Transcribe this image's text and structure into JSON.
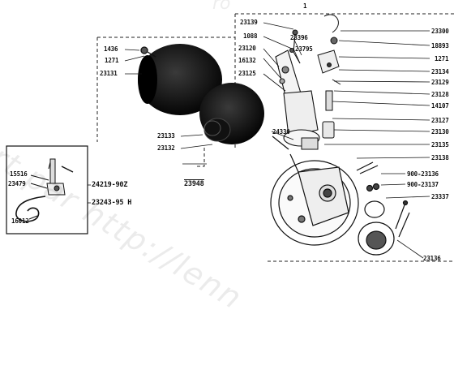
{
  "watermark": {
    "main": "fert par http://lenn",
    "top": "ro"
  },
  "top_mark": "1",
  "labels": {
    "l_1436": "1436",
    "l_1271_left": "1271",
    "l_23131": "23131",
    "l_23133": "23133",
    "l_23132": "23132",
    "l_23948": "23948",
    "l_23139": "23139",
    "l_1088": "1088",
    "l_23396": "23396",
    "l_23795": "23795",
    "l_23120": "23120",
    "l_16132": "16132",
    "l_23125": "23125",
    "l_24330": "24330",
    "l_23300": "23300",
    "l_18893": "18893",
    "l_1271_right": "1271",
    "l_23134": "23134",
    "l_23129": "23129",
    "l_23128": "23128",
    "l_14107": "14107",
    "l_23127": "23127",
    "l_23130": "23130",
    "l_23135": "23135",
    "l_23138": "23138",
    "l_23136": "900-23136",
    "l_23137": "900-23137",
    "l_23337": "23337",
    "l_23136b": "23136",
    "l_15516": "15516",
    "l_23479": "23479",
    "l_16012": "16012",
    "l_24219": "24219-90Z",
    "l_23243": "23243-95 H"
  }
}
